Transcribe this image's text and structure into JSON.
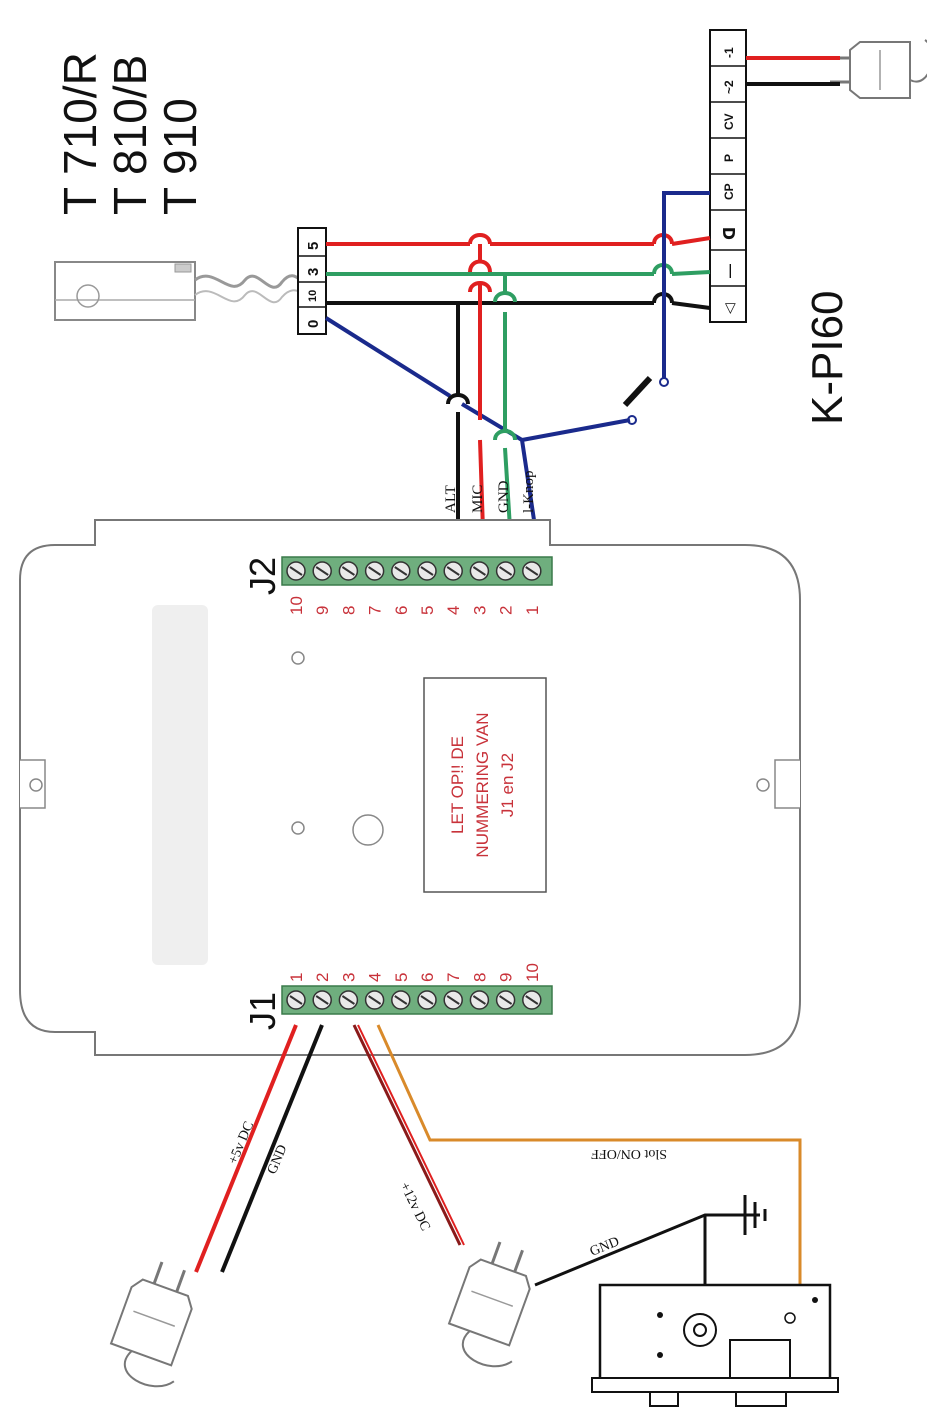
{
  "models": {
    "line1": "T 710/R",
    "line2": "T 810/B",
    "line3": "T 910"
  },
  "kpi60": {
    "label": "K-PI60",
    "terminals": [
      "-1",
      "~2",
      "CV",
      "P",
      "CP",
      "ᗡ",
      "—",
      "◁"
    ]
  },
  "handset_block": {
    "terminals": [
      "5",
      "3",
      "10",
      "0"
    ]
  },
  "j2": {
    "label": "J2",
    "numbers": [
      "10",
      "9",
      "8",
      "7",
      "6",
      "5",
      "4",
      "3",
      "2",
      "1"
    ],
    "wires": {
      "alt": "ALT",
      "mic": "MIC",
      "gnd": "GND",
      "knop": "l-Knop"
    }
  },
  "j1": {
    "label": "J1",
    "numbers": [
      "1",
      "2",
      "3",
      "4",
      "5",
      "6",
      "7",
      "8",
      "9",
      "10"
    ]
  },
  "notice": {
    "line1": "LET OP!! DE",
    "line2": "NUMMERING VAN",
    "line3": "J1 en J2"
  },
  "wire_labels": {
    "v5": "+5v DC",
    "gnd1": "GND",
    "v12": "+12v DC",
    "slot": "Slot ON/OFF",
    "gnd_lock": "GND"
  },
  "colors": {
    "red": "#e02020",
    "black": "#111111",
    "green": "#2e9e62",
    "blue": "#1a2a8c",
    "orange": "#d98a2a",
    "terminal_green": "#6fae7e",
    "label_red": "#c8323a"
  }
}
